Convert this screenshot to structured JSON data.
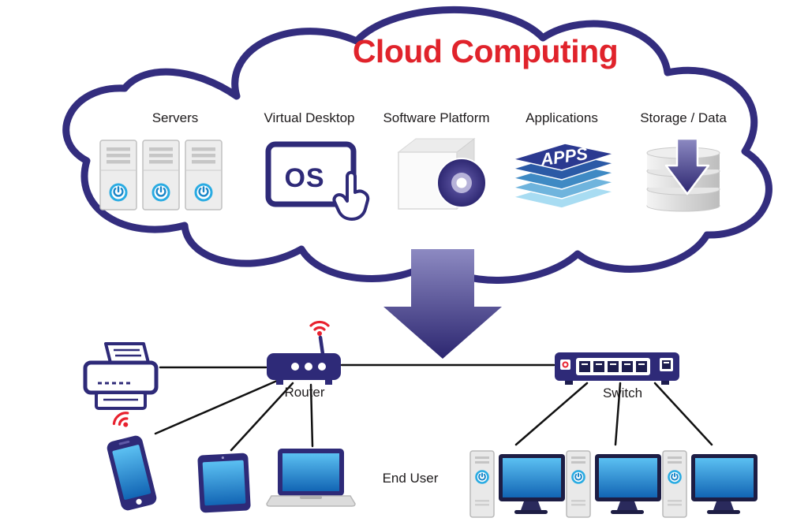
{
  "diagram": {
    "title": "Cloud Computing",
    "cloud": {
      "items": [
        {
          "label": "Servers"
        },
        {
          "label": "Virtual Desktop"
        },
        {
          "label": "Software Platform"
        },
        {
          "label": "Applications"
        },
        {
          "label": "Storage / Data"
        }
      ],
      "virtual_desktop_screen_text": "OS",
      "applications_stack_text": "APPS"
    },
    "network": {
      "router_label": "Router",
      "switch_label": "Switch",
      "end_user_label": "End User"
    },
    "colors": {
      "cloud_outline_indigo": "#332d7e",
      "title_red": "#e0232b",
      "wifi_red": "#e8212e",
      "device_indigo": "#2e2a78",
      "screen_blue_top": "#5bc0f2",
      "screen_blue_bottom": "#1265b4",
      "power_button_blue": "#29abe2",
      "label_text": "#1e1b1c"
    },
    "icons": [
      "server-towers-icon",
      "virtual-desktop-os-icon",
      "software-box-disc-icon",
      "applications-stack-icon",
      "storage-database-icon",
      "down-arrow-icon",
      "printer-icon",
      "wifi-router-icon",
      "network-switch-icon",
      "smartphone-icon",
      "tablet-icon",
      "laptop-icon",
      "desktop-computer-icon"
    ]
  }
}
